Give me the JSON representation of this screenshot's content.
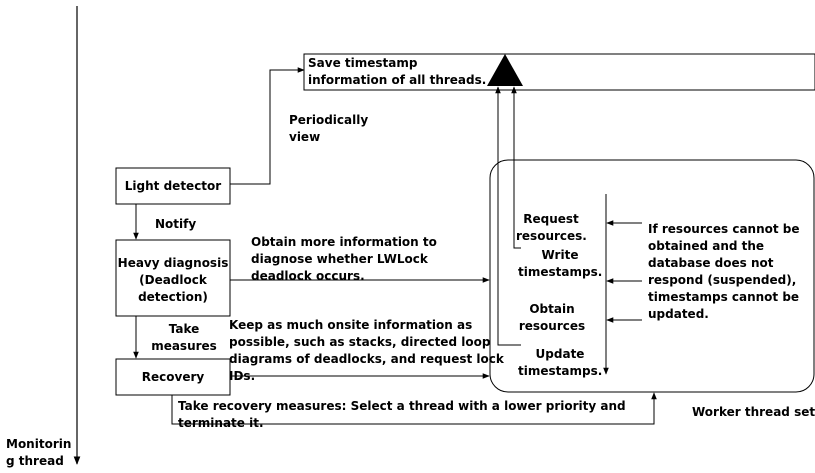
{
  "axis": {
    "label_line1": "Monitorin",
    "label_line2": "g thread"
  },
  "boxes": {
    "save": {
      "line1": "Save timestamp",
      "line2": "information of all threads."
    },
    "light_detector": "Light detector",
    "heavy": {
      "line1": "Heavy diagnosis",
      "line2": "(Deadlock",
      "line3": "detection)"
    },
    "recovery": "Recovery"
  },
  "labels": {
    "periodically": {
      "line1": "Periodically",
      "line2": "view"
    },
    "notify": "Notify",
    "take_measures": {
      "line1": "Take",
      "line2": "measures"
    },
    "obtain_more": {
      "line1": "Obtain more information to",
      "line2": "diagnose whether LWLock",
      "line3": "deadlock occurs."
    },
    "keep_onsite": {
      "line1": "Keep as much onsite information as",
      "line2": "possible, such as stacks, directed loop",
      "line3": "diagrams of deadlocks, and request lock",
      "line4": "IDs."
    },
    "take_recovery": {
      "line1": "Take recovery measures: Select a thread with a lower priority and",
      "line2": "terminate it."
    }
  },
  "worker": {
    "request": {
      "line1": "Request",
      "line2": "resources."
    },
    "write": {
      "line1": "Write",
      "line2": "timestamps."
    },
    "obtain": {
      "line1": "Obtain",
      "line2": "resources"
    },
    "update": {
      "line1": "Update",
      "line2": "timestamps."
    },
    "note": {
      "line1": "If resources cannot be",
      "line2": "obtained and the",
      "line3": "database does not",
      "line4": "respond (suspended),",
      "line5": "timestamps cannot be",
      "line6": "updated."
    },
    "set_label": "Worker thread set"
  }
}
